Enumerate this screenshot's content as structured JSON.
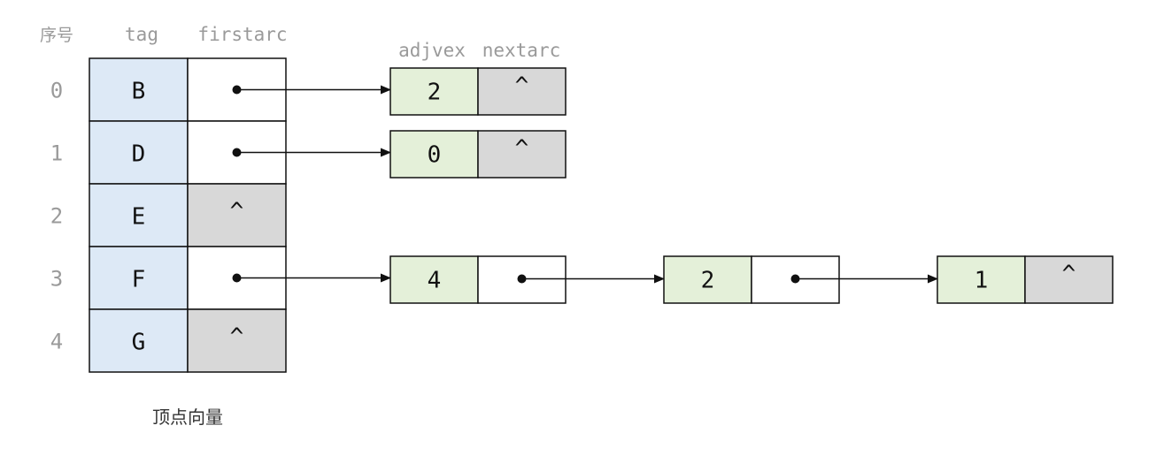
{
  "headers": {
    "index": "序号",
    "tag": "tag",
    "firstarc": "firstarc",
    "adjvex": "adjvex",
    "nextarc": "nextarc"
  },
  "caption": "顶点向量",
  "null_symbol": "^",
  "vertices": [
    {
      "index": "0",
      "tag": "B",
      "arcs": [
        "2"
      ]
    },
    {
      "index": "1",
      "tag": "D",
      "arcs": [
        "0"
      ]
    },
    {
      "index": "2",
      "tag": "E",
      "arcs": []
    },
    {
      "index": "3",
      "tag": "F",
      "arcs": [
        "4",
        "2",
        "1"
      ]
    },
    {
      "index": "4",
      "tag": "G",
      "arcs": []
    }
  ],
  "colors": {
    "tag_fill": "#dde9f6",
    "null_fill": "#d8d8d8",
    "adjvex_fill": "#e4f0d9",
    "pointer_fill": "#ffffff",
    "stroke": "#111111",
    "muted_text": "#9a9a9a"
  }
}
